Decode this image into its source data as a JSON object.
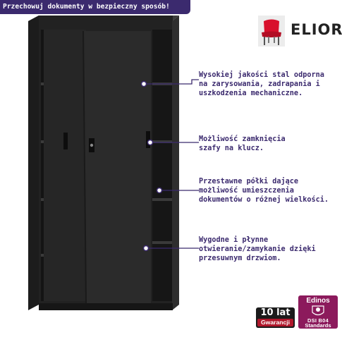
{
  "banner": {
    "text": "Przechowuj dokumenty w bezpieczny sposób!"
  },
  "brand": {
    "name": "ELIOR",
    "logo_icon": "red-chair-icon"
  },
  "features": [
    {
      "text": "Wysokiej jakości stal odporna\nna zarysowania, zadrapania i\nuszkodzenia mechaniczne."
    },
    {
      "text": "Możliwość zamknięcia\nszafy na klucz."
    },
    {
      "text": "Przestawne półki dające\nmożliwość umieszczenia\ndokumentów o różnej wielkości."
    },
    {
      "text": "Wygodne i płynne\notwieranie/zamykanie dzięki\nprzesuwnym drzwiom."
    }
  ],
  "badges": {
    "warranty": {
      "line1": "10 lat",
      "line2": "Gwarancji"
    },
    "standard": {
      "title": "Edinos",
      "codes": "DSI  B04",
      "label": "Standards"
    }
  },
  "colors": {
    "banner_bg": "#3b2a6e",
    "callout": "#3b2a6e",
    "cabinet": "#2a2a2a",
    "logo_red": "#d8102c",
    "standard_badge": "#8c1a5c"
  }
}
